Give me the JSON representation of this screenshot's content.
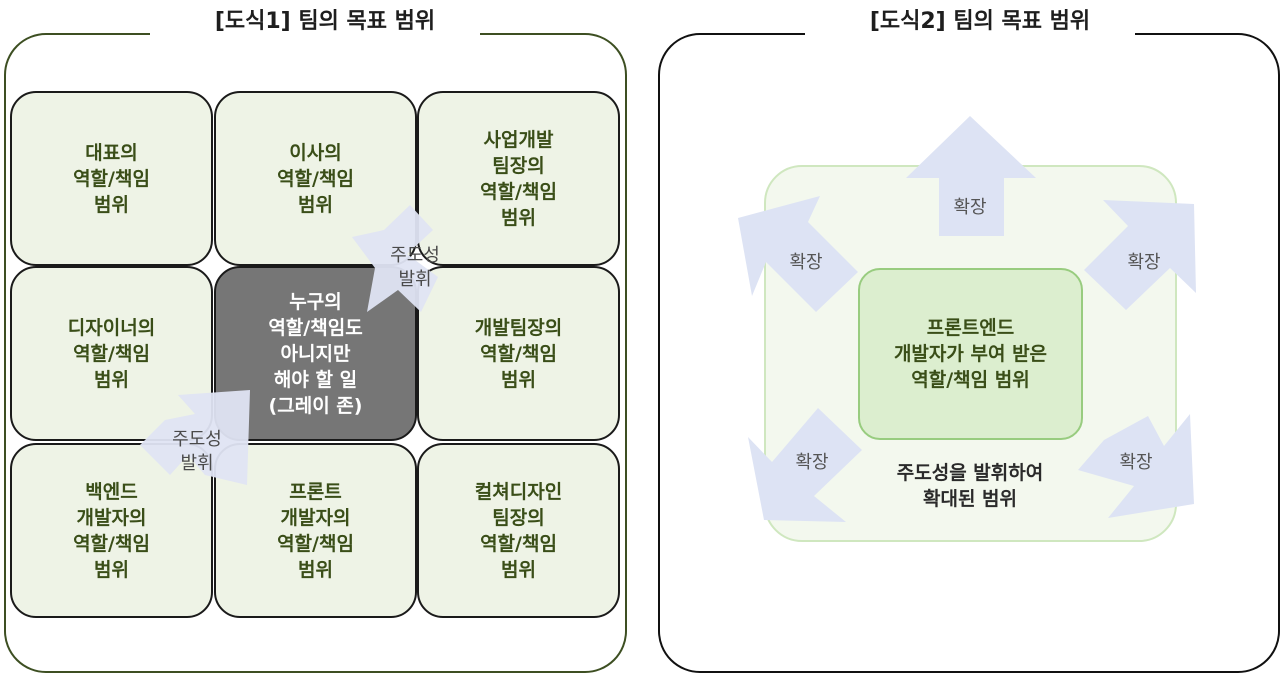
{
  "left_panel": {
    "title": "[도식1] 팀의 목표 범위",
    "cells": [
      {
        "label": "대표의\n역할/책임\n범위"
      },
      {
        "label": "이사의\n역할/책임\n범위"
      },
      {
        "label": "사업개발\n팀장의\n역할/책임\n범위"
      },
      {
        "label": "디자이너의\n역할/책임\n범위"
      },
      {
        "label": "누구의\n역할/책임도\n아니지만\n해야 할 일\n(그레이 존)"
      },
      {
        "label": "개발팀장의\n역할/책임\n범위"
      },
      {
        "label": "백엔드\n개발자의\n역할/책임\n범위"
      },
      {
        "label": "프론트\n개발자의\n역할/책임\n범위"
      },
      {
        "label": "컬쳐디자인\n팀장의\n역할/책임\n범위"
      }
    ],
    "arrows": [
      {
        "label": "주도성\n발휘"
      },
      {
        "label": "주도성\n발휘"
      }
    ]
  },
  "right_panel": {
    "title": "[도식2] 팀의 목표 범위",
    "inner_label": "프론트엔드\n개발자가 부여 받은\n역할/책임 범위",
    "outer_caption": "주도성을 발휘하여\n확대된 범위",
    "expand_labels": [
      "확장",
      "확장",
      "확장",
      "확장",
      "확장"
    ]
  },
  "colors": {
    "cell_fill": "#eef3e6",
    "cell_text": "#3a4e18",
    "gray_zone": "#767676",
    "arrow_fill": "#dfe4f3",
    "outer_fill": "#f3f8ee",
    "inner_fill": "#dceecf"
  }
}
